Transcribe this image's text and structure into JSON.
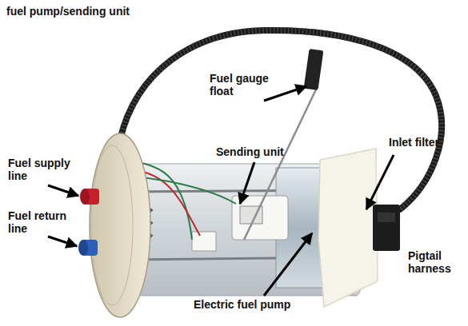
{
  "diagram": {
    "title": "fuel pump/sending unit",
    "labels": [
      "Fuel gauge float",
      "Sending unit",
      "Inlet filter",
      "Fuel supply line",
      "Fuel return line",
      "Pigtail harness",
      "Electric fuel pump"
    ]
  }
}
